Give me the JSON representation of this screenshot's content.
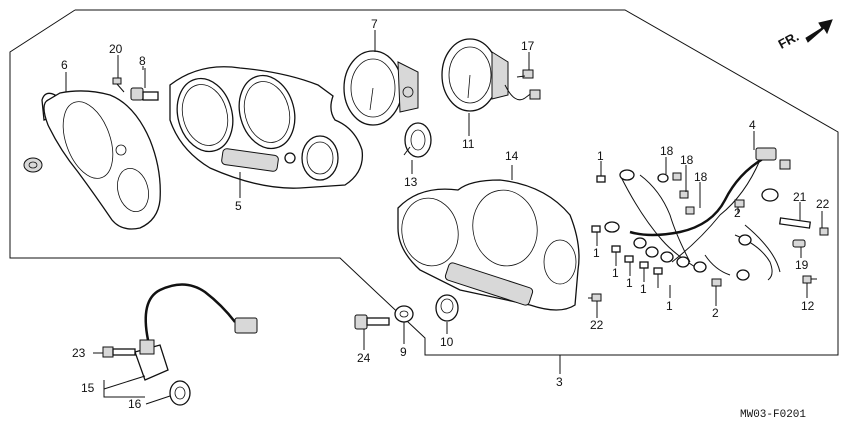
{
  "direction_label": "FR.",
  "diagram_code": "MW03-F0201",
  "callouts": {
    "c1a": "1",
    "c1b": "1",
    "c1c": "1",
    "c1d": "1",
    "c1e": "1",
    "c1f": "1",
    "c2a": "2",
    "c2b": "2",
    "c3": "3",
    "c4": "4",
    "c5": "5",
    "c6": "6",
    "c7": "7",
    "c8": "8",
    "c9": "9",
    "c10": "10",
    "c11": "11",
    "c12": "12",
    "c13": "13",
    "c14": "14",
    "c15": "15",
    "c16": "16",
    "c17": "17",
    "c18a": "18",
    "c18b": "18",
    "c18c": "18",
    "c19": "19",
    "c20": "20",
    "c21": "21",
    "c22a": "22",
    "c22b": "22",
    "c23": "23",
    "c24": "24"
  }
}
